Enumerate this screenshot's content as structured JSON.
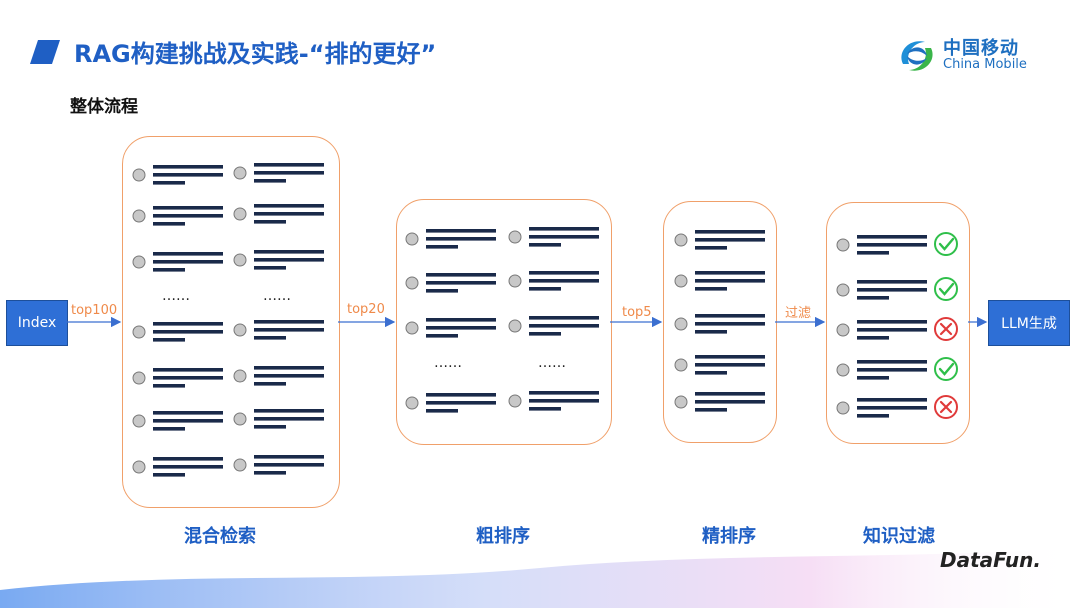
{
  "header": {
    "title": "RAG构建挑战及实践-“排的更好”",
    "subtitle": "整体流程",
    "accent_color": "#1f5fc4"
  },
  "logo": {
    "name_cn": "中国移动",
    "name_en": "China Mobile",
    "icon": "china-mobile-logo-icon"
  },
  "diagram": {
    "source_box": "Index",
    "target_box": "LLM生成",
    "edges": [
      "top100",
      "top20",
      "top5",
      "过滤"
    ],
    "stages": [
      {
        "label": "混合检索",
        "layout": "two-column",
        "rows_before_gap": 3,
        "rows_after_gap": 4,
        "ellipsis": "……"
      },
      {
        "label": "粗排序",
        "layout": "two-column",
        "rows_before_gap": 3,
        "rows_after_gap": 1,
        "ellipsis": "……"
      },
      {
        "label": "精排序",
        "layout": "single-column",
        "rows": 5
      },
      {
        "label": "知识过滤",
        "layout": "single-column",
        "rows": 5,
        "marks": [
          "check",
          "check",
          "cross",
          "check",
          "cross"
        ]
      }
    ],
    "colors": {
      "panel_border": "#f0a06a",
      "box_fill": "#2e6fd6",
      "check": "#2fbf4a",
      "cross": "#e03a3a",
      "text_line": "#1a2a4a"
    }
  },
  "footer": {
    "brand": "DataFun."
  }
}
